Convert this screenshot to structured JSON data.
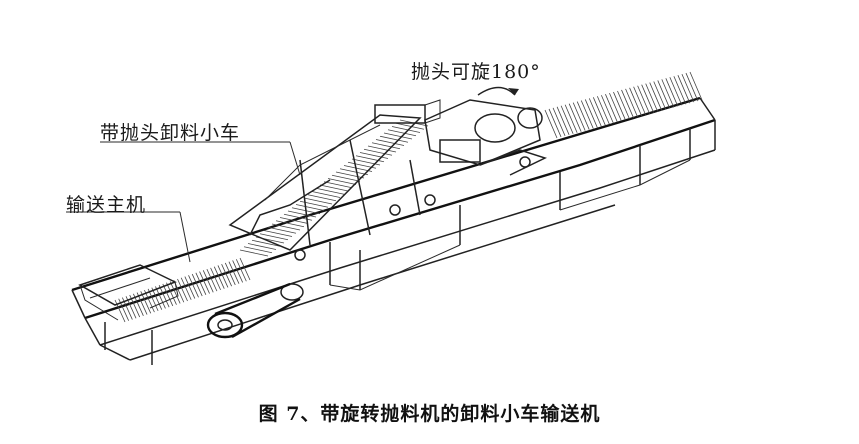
{
  "labels": {
    "rotate": "抛头可旋180°",
    "trolley": "带抛头卸料小车",
    "main": "输送主机"
  },
  "caption": "图 7、带旋转抛料机的卸料小车输送机",
  "colors": {
    "line": "#222222",
    "background": "#ffffff"
  }
}
